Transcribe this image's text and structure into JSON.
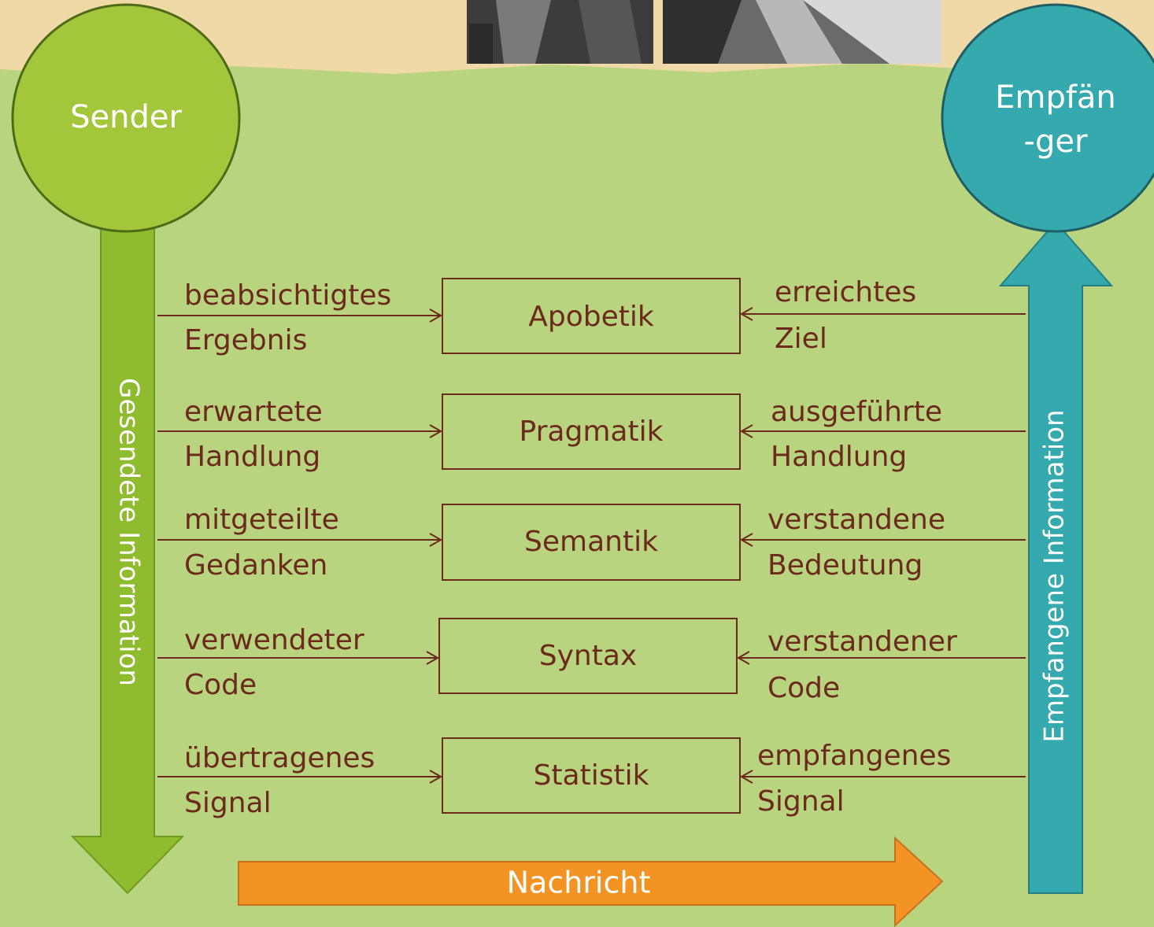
{
  "sender": {
    "label": "Sender",
    "color": "#a4c63a"
  },
  "receiver": {
    "line1": "Empfän",
    "line2": "-ger",
    "color": "#34a9ae"
  },
  "sent_info_label": "Gesendete Information",
  "received_info_label": "Empfangene Information",
  "message_label": "Nachricht",
  "message_color": "#f39323",
  "accent_color": "#6b2a1c",
  "levels": [
    {
      "name": "Apobetik",
      "left1": "beabsichtigtes",
      "left2": "Ergebnis",
      "right1": "erreichtes",
      "right2": "Ziel"
    },
    {
      "name": "Pragmatik",
      "left1": "erwartete",
      "left2": "Handlung",
      "right1": "ausgeführte",
      "right2": "Handlung"
    },
    {
      "name": "Semantik",
      "left1": "mitgeteilte",
      "left2": "Gedanken",
      "right1": "verstandene",
      "right2": "Bedeutung"
    },
    {
      "name": "Syntax",
      "left1": "verwendeter",
      "left2": "Code",
      "right1": "verstandener",
      "right2": "Code"
    },
    {
      "name": "Statistik",
      "left1": "übertragenes",
      "left2": "Signal",
      "right1": "empfangenes",
      "right2": "Signal"
    }
  ]
}
